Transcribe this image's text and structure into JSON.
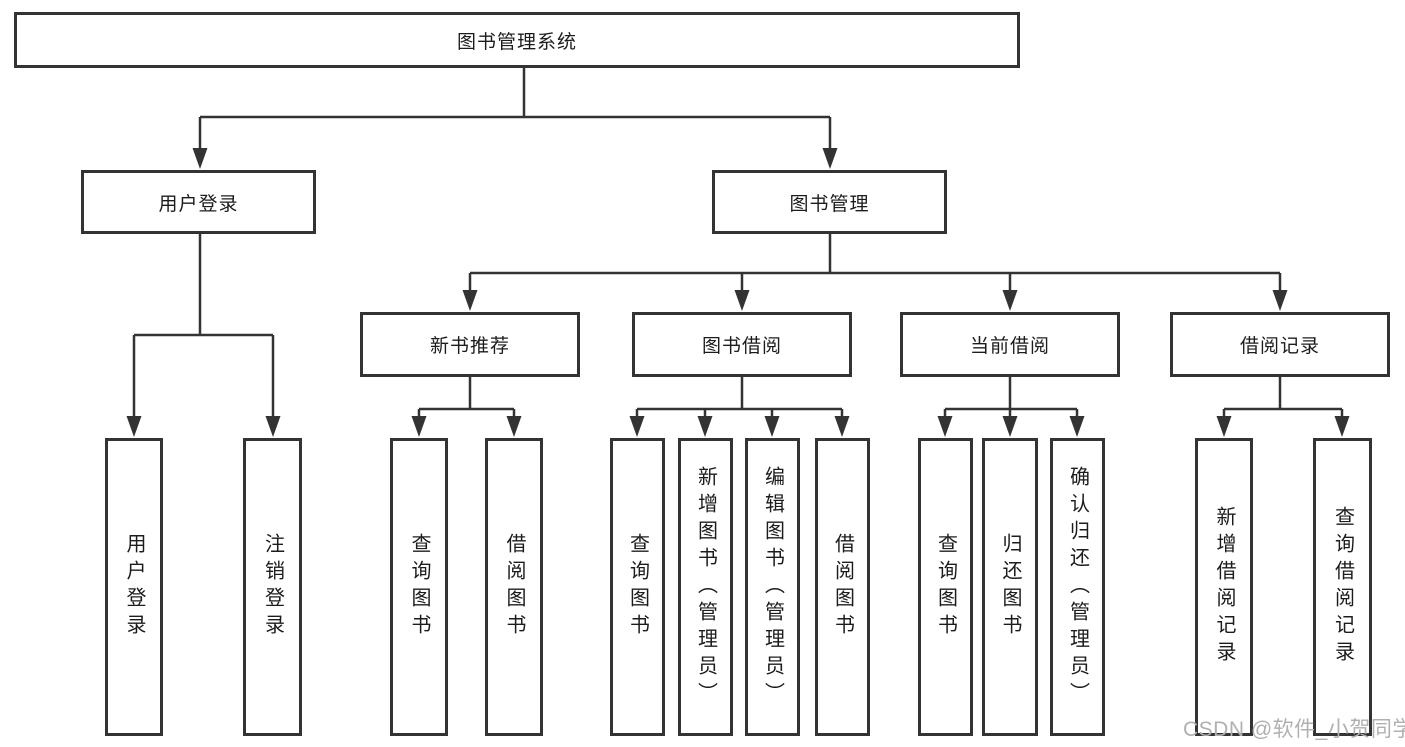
{
  "tree": {
    "root": {
      "label": "图书管理系统",
      "children": [
        {
          "label": "用户登录",
          "children": [
            {
              "label": "用户登录"
            },
            {
              "label": "注销登录"
            }
          ]
        },
        {
          "label": "图书管理",
          "children": [
            {
              "label": "新书推荐",
              "children": [
                {
                  "label": "查询图书"
                },
                {
                  "label": "借阅图书"
                }
              ]
            },
            {
              "label": "图书借阅",
              "children": [
                {
                  "label": "查询图书"
                },
                {
                  "label": "新增图书（管理员）"
                },
                {
                  "label": "编辑图书（管理员）"
                },
                {
                  "label": "借阅图书"
                }
              ]
            },
            {
              "label": "当前借阅",
              "children": [
                {
                  "label": "查询图书"
                },
                {
                  "label": "归还图书"
                },
                {
                  "label": "确认归还（管理员）"
                }
              ]
            },
            {
              "label": "借阅记录",
              "children": [
                {
                  "label": "新增借阅记录"
                },
                {
                  "label": "查询借阅记录"
                }
              ]
            }
          ]
        }
      ]
    }
  },
  "watermark": {
    "text": "CSDN @软件_小贺同学"
  },
  "colors": {
    "line": "#333333",
    "border": "#333333",
    "text": "#1c1c1c",
    "watermark": "#b0b0b0",
    "background": "#ffffff"
  }
}
